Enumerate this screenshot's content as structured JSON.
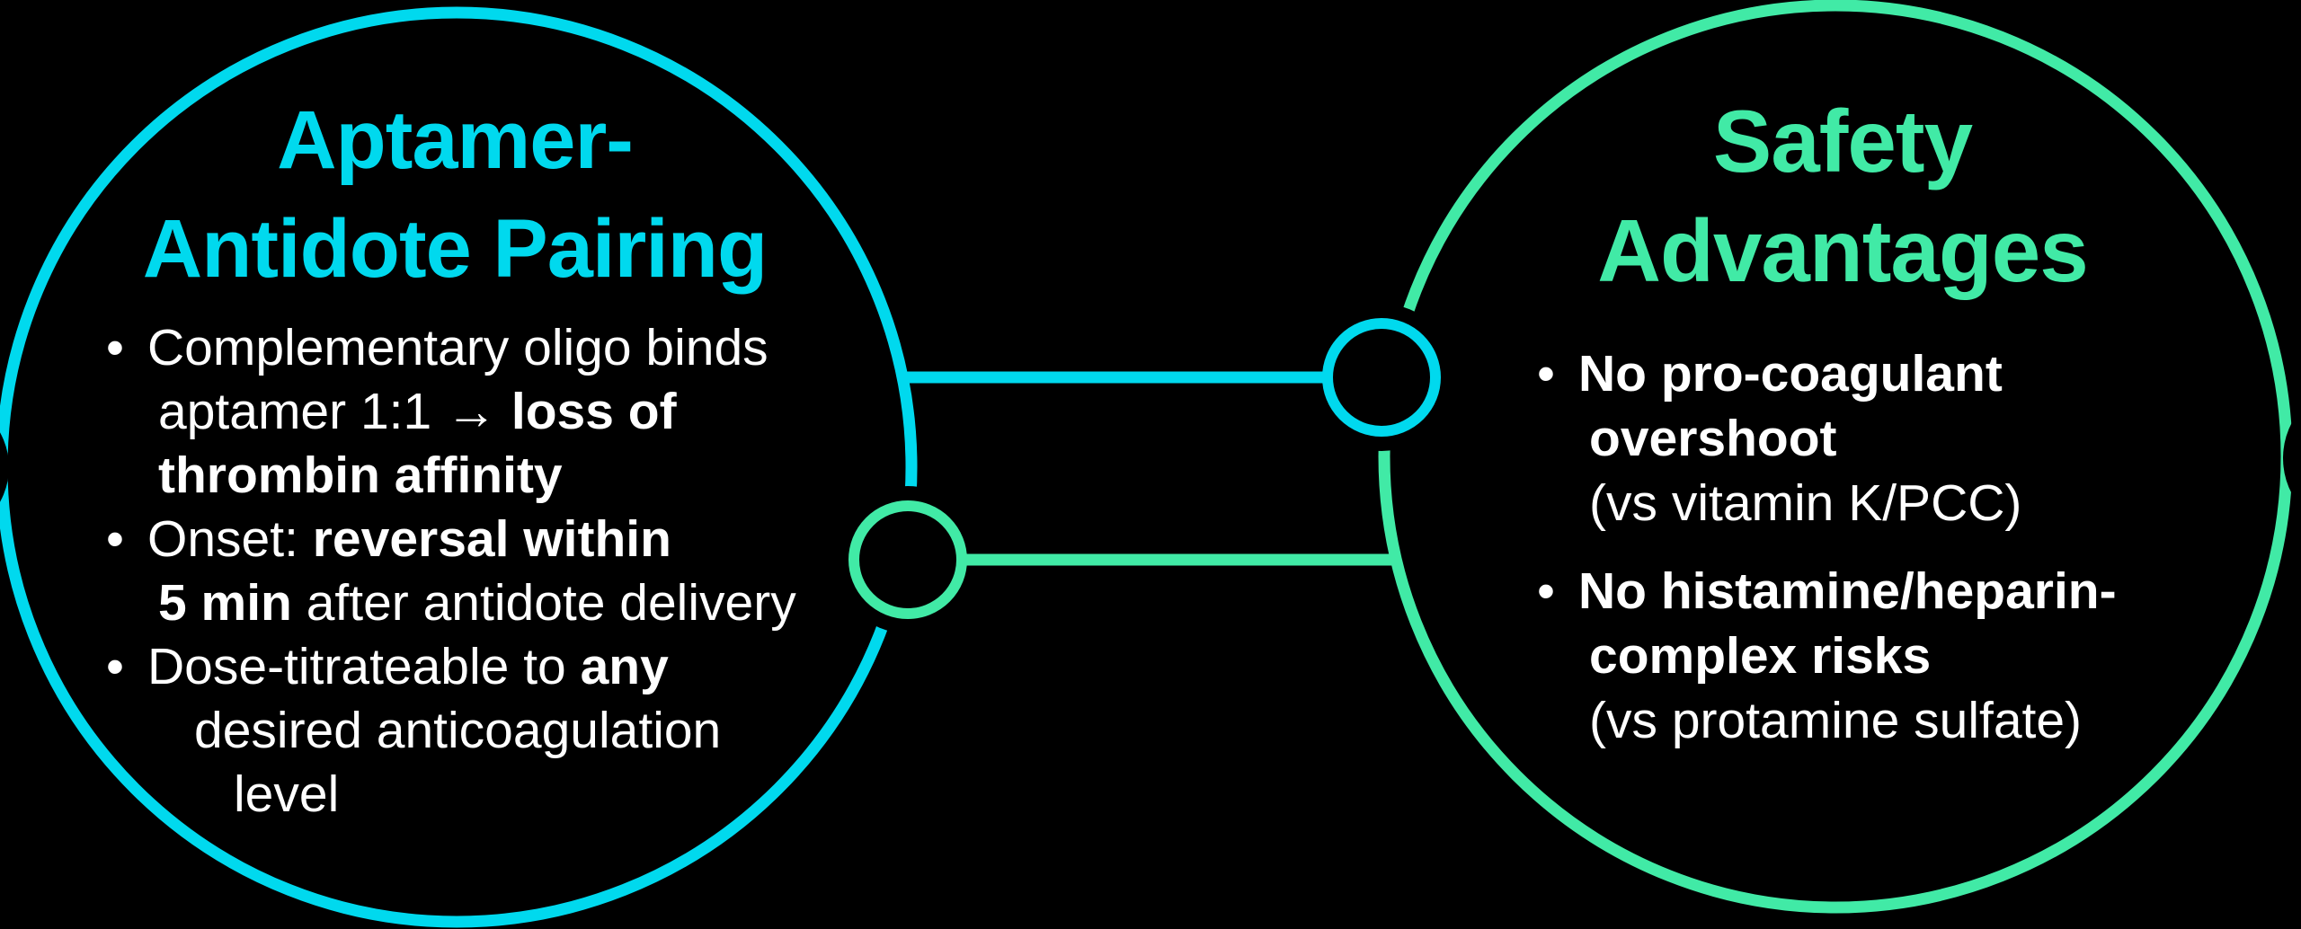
{
  "colors": {
    "background": "#000000",
    "cyan": "#00d9ee",
    "mint": "#41eaa6",
    "text": "#ffffff"
  },
  "left": {
    "title": [
      "Aptamer-",
      "Antidote Pairing"
    ],
    "bullet_marker": "•",
    "bullets": [
      {
        "lines": [
          [
            {
              "text": "Complementary oligo binds",
              "bold": false
            }
          ],
          [
            {
              "text": "aptamer 1:1 → ",
              "bold": false
            },
            {
              "text": "loss of",
              "bold": true
            }
          ],
          [
            {
              "text": "thrombin affinity",
              "bold": true
            }
          ]
        ]
      },
      {
        "lines": [
          [
            {
              "text": "Onset: ",
              "bold": false
            },
            {
              "text": "reversal within",
              "bold": true
            }
          ],
          [
            {
              "text": "5 min",
              "bold": true
            },
            {
              "text": " after antidote delivery",
              "bold": false
            }
          ]
        ]
      },
      {
        "lines": [
          [
            {
              "text": "Dose-titrateable to ",
              "bold": false
            },
            {
              "text": "any",
              "bold": true
            }
          ],
          [
            {
              "text": "desired anticoagulation",
              "bold": false
            }
          ],
          [
            {
              "text": "level",
              "bold": false
            }
          ]
        ]
      }
    ]
  },
  "right": {
    "title": [
      "Safety",
      "Advantages"
    ],
    "bullet_marker": "•",
    "bullets": [
      {
        "lines": [
          [
            {
              "text": "No pro-coagulant",
              "bold": true
            }
          ],
          [
            {
              "text": "overshoot",
              "bold": true
            }
          ],
          [
            {
              "text": "(vs vitamin K/PCC)",
              "bold": false
            }
          ]
        ]
      },
      {
        "lines": [
          [
            {
              "text": "No histamine/heparin-",
              "bold": true
            }
          ],
          [
            {
              "text": "complex risks",
              "bold": true
            }
          ],
          [
            {
              "text": "(vs protamine sulfate)",
              "bold": false
            }
          ]
        ]
      }
    ]
  }
}
